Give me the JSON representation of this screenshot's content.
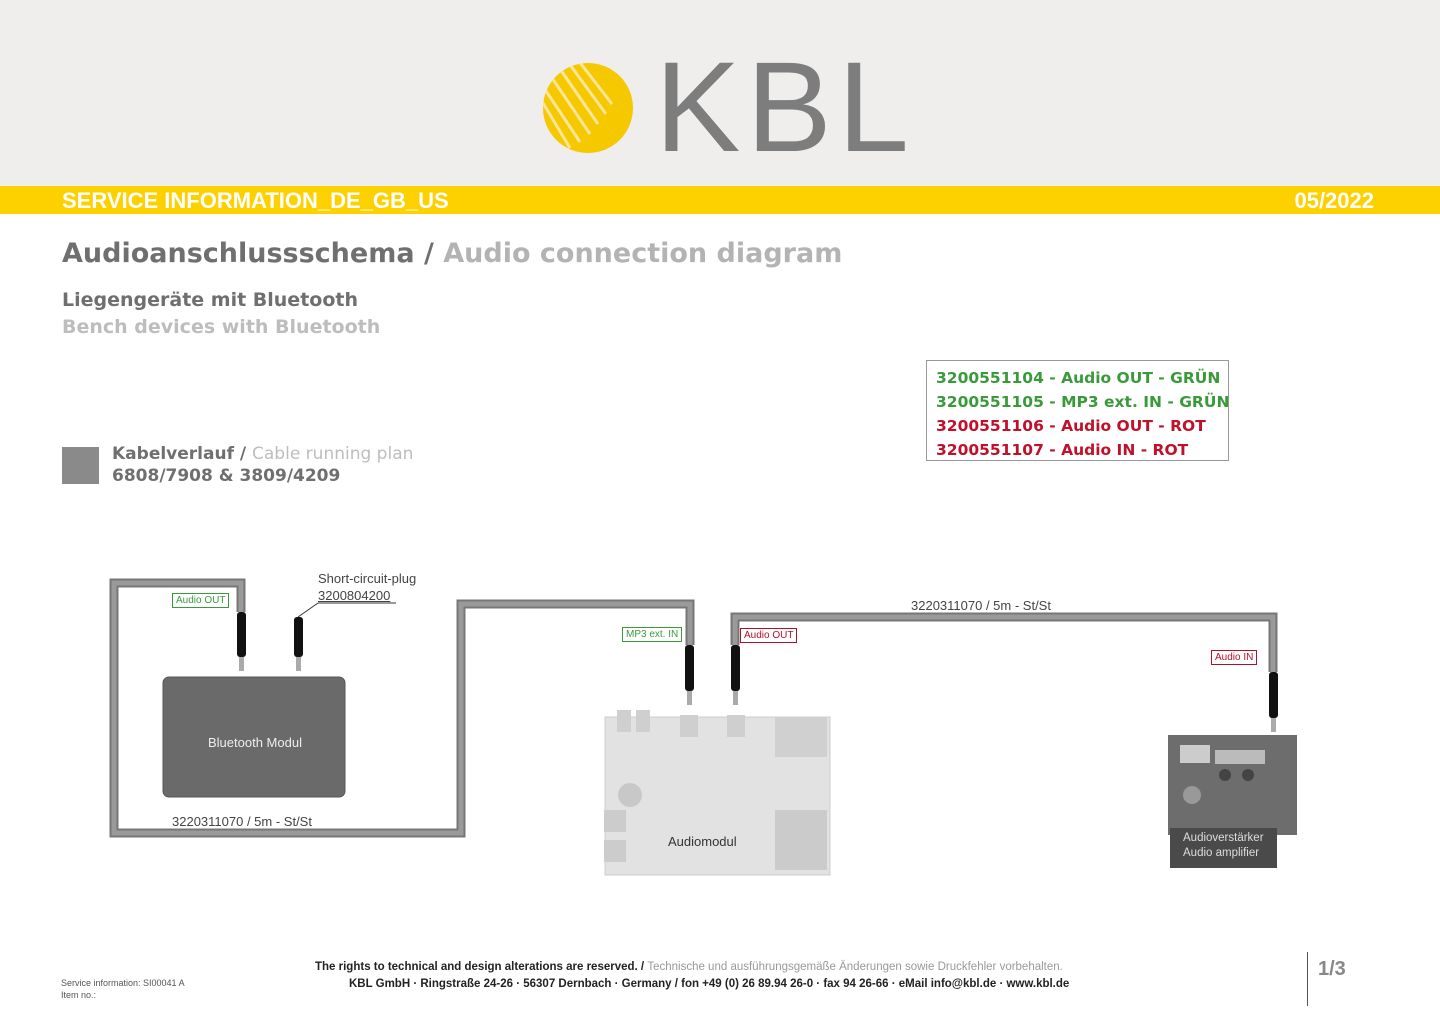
{
  "logo": {
    "text": "KBL"
  },
  "band": {
    "left": "SERVICE INFORMATION_DE_GB_US",
    "right": "05/2022"
  },
  "title": {
    "de": "Audioanschlussschema",
    "sep": " / ",
    "en": "Audio connection diagram"
  },
  "subtitle": {
    "de": "Liegengeräte mit Bluetooth",
    "en": "Bench devices with Bluetooth"
  },
  "legend": [
    {
      "text": "3200551104 - Audio OUT - GRÜN",
      "color": "#3a9a3a"
    },
    {
      "text": "3200551105 - MP3 ext. IN - GRÜN",
      "color": "#3a9a3a"
    },
    {
      "text": "3200551106 - Audio OUT - ROT",
      "color": "#c0102a"
    },
    {
      "text": "3200551107 - Audio IN - ROT",
      "color": "#c0102a"
    }
  ],
  "cable_plan": {
    "de": "Kabelverlauf",
    "sep": " / ",
    "en": "Cable running plan",
    "models": "6808/7908 & 3809/4209"
  },
  "diagram": {
    "cable_left": "3220311070 / 5m - St/St",
    "cable_right": "3220311070 / 5m - St/St",
    "short_plug_title": "Short-circuit-plug",
    "short_plug_number": "3200804200",
    "tags": {
      "bt_audio_out": "Audio OUT",
      "mp3_in": "MP3 ext. IN",
      "am_audio_out": "Audio OUT",
      "amp_audio_in": "Audio IN"
    },
    "bluetooth_module": "Bluetooth Modul",
    "audiomodul": "Audiomodul",
    "amplifier_de": "Audioverstärker",
    "amplifier_en": "Audio amplifier"
  },
  "footer": {
    "service_info": "Service information: SI00041 A",
    "item_no": "Item no.:",
    "rights_en": "The rights to technical and design alterations are reserved. / ",
    "rights_de": "Technische und ausführungsgemäße Änderungen sowie Druckfehler vorbehalten.",
    "address": "KBL GmbH · Ringstraße 24-26 · 56307 Dernbach · Germany / fon +49 (0) 26 89.94 26-0 · fax 94 26-66 · eMail info@kbl.de · www.kbl.de",
    "page": "1/3"
  }
}
